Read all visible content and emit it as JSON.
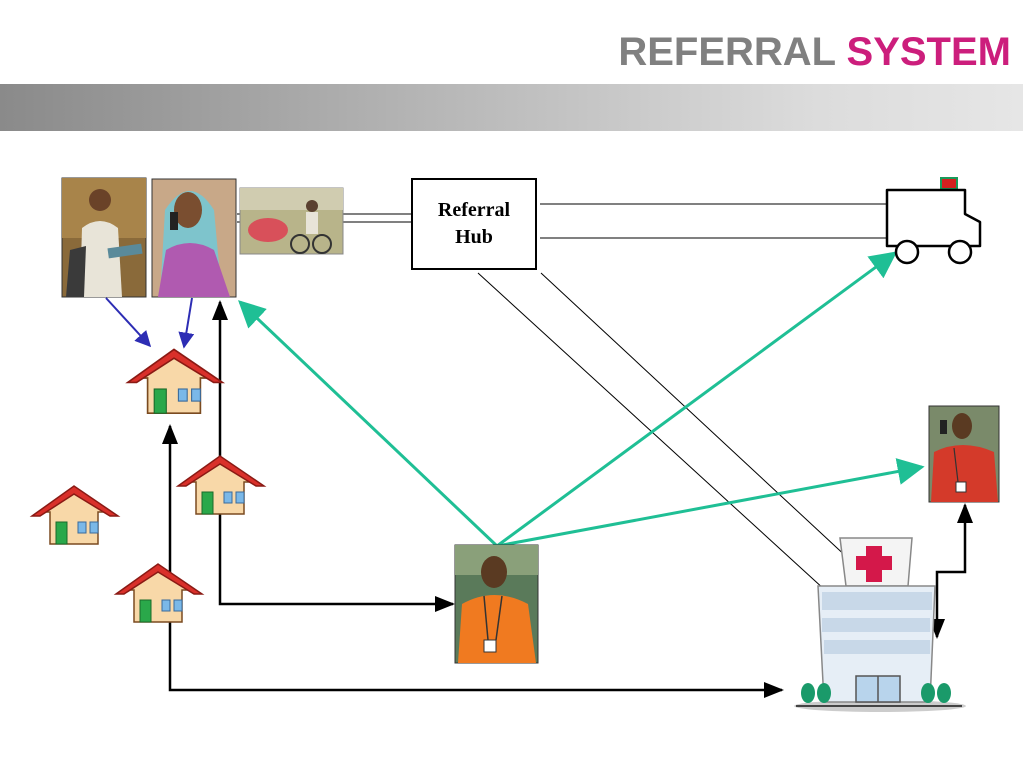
{
  "header": {
    "title_part1": "REFERRAL",
    "title_part2": "SYSTEM",
    "title_color_1": "#808080",
    "title_color_2": "#cc1e7c"
  },
  "hub": {
    "line1": "Referral",
    "line2": "Hub"
  },
  "colors": {
    "teal_arrow": "#1fbf95",
    "blue_arrow": "#2d2db4",
    "black_arrow": "#000000",
    "roof": "#d9302a",
    "cross": "#d4184a"
  }
}
